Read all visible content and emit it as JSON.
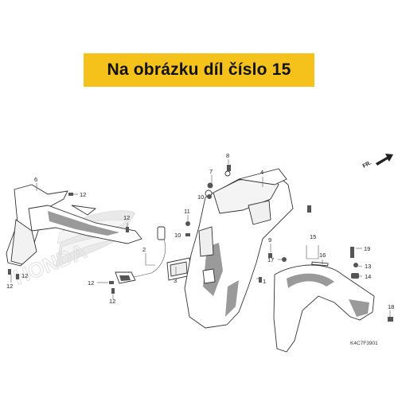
{
  "banner": {
    "text": "Na obrázku díl číslo 15",
    "color": "#f5c21b"
  },
  "direction_label": "FR.",
  "diagram_code": "K4C7F3901",
  "watermark": {
    "text": "HONDA",
    "color": "#e9e9e9"
  },
  "callouts": [
    {
      "id": "c1",
      "text": "1"
    },
    {
      "id": "c2",
      "text": "2"
    },
    {
      "id": "c3",
      "text": "3"
    },
    {
      "id": "c4",
      "text": "4"
    },
    {
      "id": "c6",
      "text": "6"
    },
    {
      "id": "c7",
      "text": "7"
    },
    {
      "id": "c8",
      "text": "8"
    },
    {
      "id": "c9",
      "text": "9"
    },
    {
      "id": "c10a",
      "text": "10"
    },
    {
      "id": "c10b",
      "text": "10"
    },
    {
      "id": "c11",
      "text": "11"
    },
    {
      "id": "c12a",
      "text": "12"
    },
    {
      "id": "c12b",
      "text": "12"
    },
    {
      "id": "c12c",
      "text": "12"
    },
    {
      "id": "c12d",
      "text": "12"
    },
    {
      "id": "c12e",
      "text": "12"
    },
    {
      "id": "c12f",
      "text": "12"
    },
    {
      "id": "c13",
      "text": "13"
    },
    {
      "id": "c14",
      "text": "14"
    },
    {
      "id": "c15",
      "text": "15"
    },
    {
      "id": "c16",
      "text": "16"
    },
    {
      "id": "c17",
      "text": "17"
    },
    {
      "id": "c18",
      "text": "18"
    },
    {
      "id": "c19",
      "text": "19"
    }
  ]
}
